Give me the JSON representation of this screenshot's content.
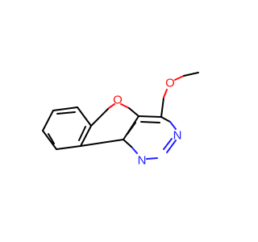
{
  "molecule": {
    "atoms": {
      "furan_o": {
        "symbol": "O",
        "color": "#ff0d0d"
      },
      "methoxy_o": {
        "symbol": "O",
        "color": "#ff0d0d"
      },
      "n3": {
        "symbol": "N",
        "color": "#2020ff"
      },
      "n1": {
        "symbol": "N",
        "color": "#2020ff"
      }
    }
  }
}
